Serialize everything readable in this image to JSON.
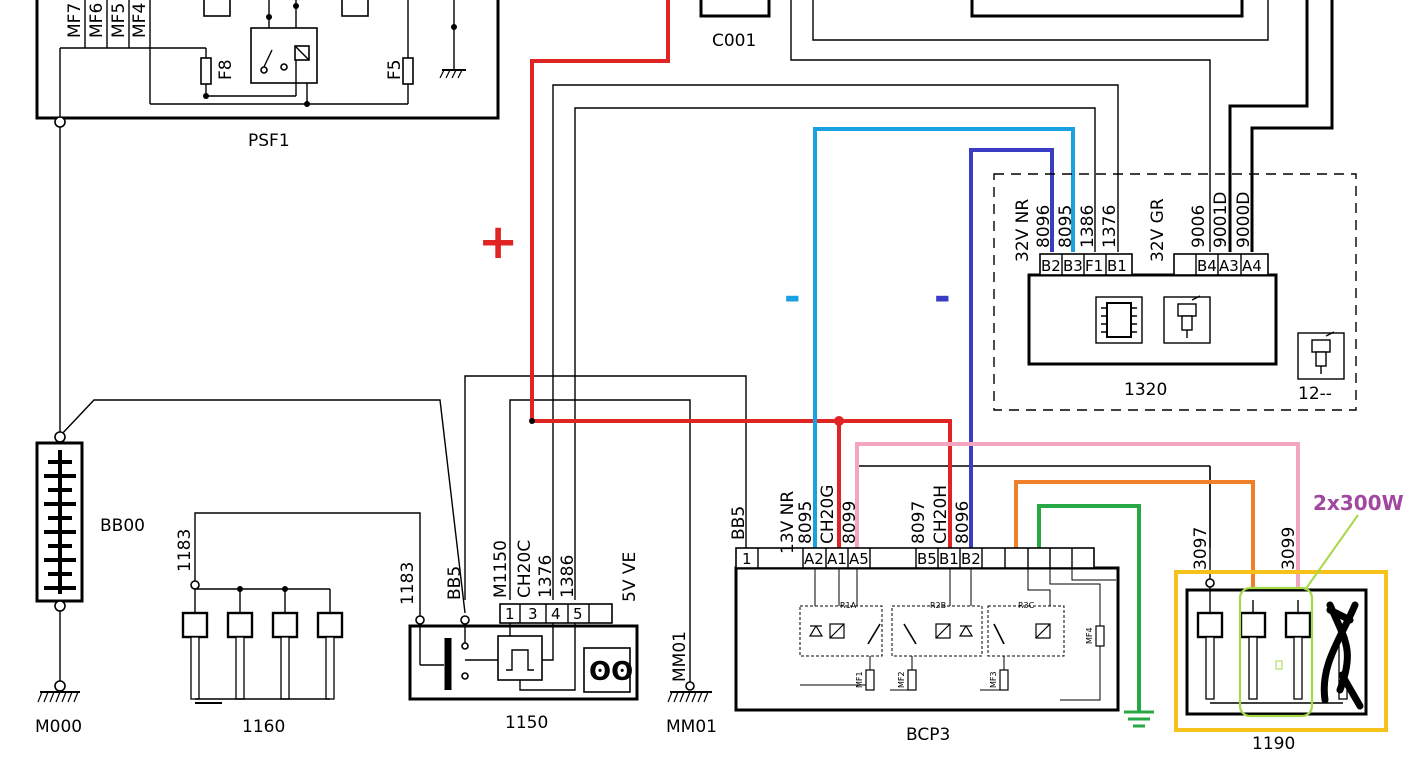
{
  "components": {
    "psf1": "PSF1",
    "c001": "C001",
    "bb00": "BB00",
    "m000": "M000",
    "c1160": "1160",
    "c1150": "1150",
    "mm01": "MM01",
    "bcp3": "BCP3",
    "c1320": "1320",
    "c12": "12--",
    "c1190": "1190"
  },
  "fuses": {
    "f8": "F8",
    "f5": "F5"
  },
  "psf1_outputs": [
    "MF7",
    "MF6",
    "MF5",
    "MF4"
  ],
  "ground_tags": {
    "mm01": "MM01"
  },
  "bb00_wire": "BB5",
  "connector_1160": {
    "wire": "1183",
    "pins": 4
  },
  "connector_1150": {
    "wire_labels": [
      "1183",
      "BB5"
    ],
    "pin_wires": [
      "M1150",
      "CH20C",
      "1376",
      "1386",
      "5V VE"
    ],
    "pin_numbers": [
      "1",
      "3",
      "4",
      "5",
      ""
    ]
  },
  "connector_1320": {
    "labels_left": [
      "32V NR",
      "8096",
      "8095",
      "1386",
      "1376"
    ],
    "pins_left": [
      "B2",
      "B3",
      "F1",
      "B1"
    ],
    "label_mid": "32V GR",
    "labels_right": [
      "9006",
      "9001D",
      "9000D"
    ],
    "pins_right": [
      "B4",
      "A3",
      "A4"
    ]
  },
  "connector_bcp3": {
    "wire_bb5": "BB5",
    "pin_1": "1",
    "labels_a": [
      "13V NR",
      "8095",
      "CH20G",
      "8099"
    ],
    "pins_a": [
      "A2",
      "A1",
      "A5"
    ],
    "labels_b": [
      "8097",
      "CH20H",
      "8096"
    ],
    "pins_b": [
      "B5",
      "B1",
      "B2"
    ],
    "relays": [
      "R1A",
      "R2B",
      "R3C"
    ],
    "fuses": [
      "MF1",
      "MF2",
      "MF3",
      "MF4"
    ]
  },
  "connector_1190": {
    "labels": [
      "3097",
      "3099"
    ]
  },
  "annotations": {
    "plus": "+",
    "minus_light": "-",
    "minus_dark": "-",
    "power": "2x300W"
  },
  "colors": {
    "red": "#e02424",
    "light_blue": "#1ba1e2",
    "dark_blue": "#3a3dc4",
    "pink": "#f4a6c0",
    "orange": "#f07f2a",
    "green": "#27a844",
    "yellow": "#f6c21a",
    "lime": "#a6d94a",
    "purple": "#a0479e"
  }
}
